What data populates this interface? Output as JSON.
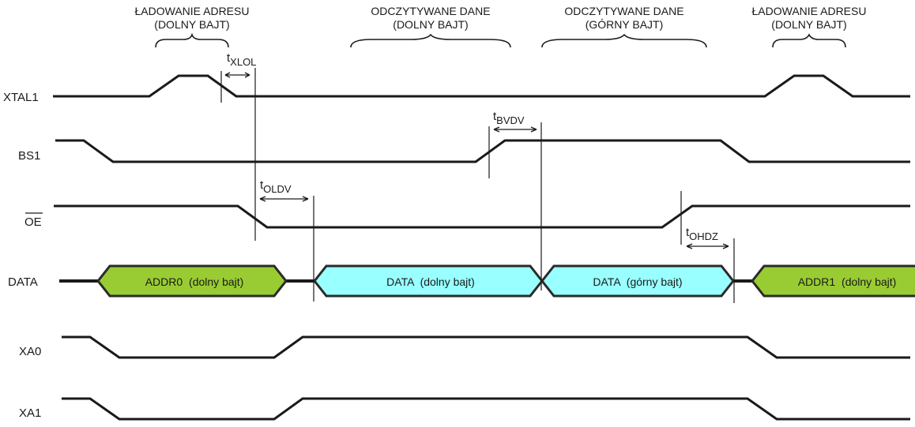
{
  "title": "Sekwencja odczytu pamięci Flash – przebiegi czasowe",
  "colors": {
    "address": "#99cc33",
    "data": "#99ffff",
    "line": "#1a1a1a"
  },
  "phases": [
    {
      "line1": "ŁADOWANIE ADRESU",
      "line2": "(DOLNY BAJT)"
    },
    {
      "line1": "ODCZYTYWANE DANE",
      "line2": "(DOLNY BAJT)"
    },
    {
      "line1": "ODCZYTYWANE DANE",
      "line2": "(GÓRNY BAJT)"
    },
    {
      "line1": "ŁADOWANIE ADRESU",
      "line2": "(DOLNY BAJT)"
    }
  ],
  "signals": [
    {
      "name": "XTAL1",
      "overline": false
    },
    {
      "name": "BS1",
      "overline": false
    },
    {
      "name": "OE",
      "overline": true
    },
    {
      "name": "DATA",
      "overline": false
    },
    {
      "name": "XA0",
      "overline": false
    },
    {
      "name": "XA1",
      "overline": false
    }
  ],
  "bus_segments": [
    {
      "main": "ADDR0",
      "sub": "(dolny bajt)",
      "kind": "address"
    },
    {
      "main": "DATA",
      "sub": "(dolny bajt)",
      "kind": "data"
    },
    {
      "main": "DATA",
      "sub": "(górny bajt)",
      "kind": "data"
    },
    {
      "main": "ADDR1",
      "sub": "(dolny bajt)",
      "kind": "address"
    }
  ],
  "timing_params": [
    {
      "t": "t",
      "sub": "XLOL"
    },
    {
      "t": "t",
      "sub": "BVDV"
    },
    {
      "t": "t",
      "sub": "OLDV"
    },
    {
      "t": "t",
      "sub": "OHDZ"
    }
  ]
}
